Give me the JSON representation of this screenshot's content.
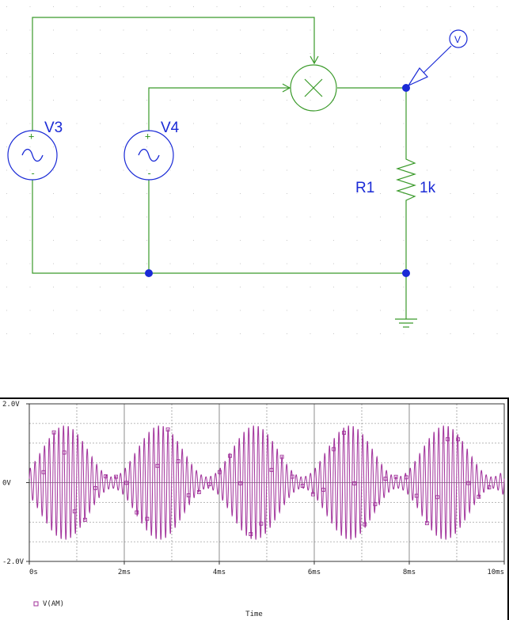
{
  "schematic": {
    "components": {
      "source_1": {
        "label": "V3"
      },
      "source_2": {
        "label": "V4"
      },
      "resistor": {
        "name": "R1",
        "value": "1k"
      },
      "probe": {
        "label": "V"
      },
      "source_plus": "+",
      "source_minus": "-"
    },
    "colors": {
      "wire": "#3a9a2a",
      "component": "#3a9a2a",
      "node": "#1a2ad6",
      "probe": "#1a2ad6",
      "label": "#1a2ad6",
      "grid_dot": "#c8c8c8"
    }
  },
  "chart_data": {
    "type": "line",
    "xlabel": "Time",
    "x_ticks": [
      "0s",
      "2ms",
      "4ms",
      "6ms",
      "8ms",
      "10ms"
    ],
    "y_ticks": [
      "2.0V",
      "0V",
      "-2.0V"
    ],
    "xlim": [
      0,
      10
    ],
    "ylim": [
      -2.0,
      2.0
    ],
    "grid": true,
    "series": [
      {
        "name": "V(AM)",
        "color": "#a0309a",
        "marker": "square",
        "carrier_cycles_per_ms": 10,
        "envelope_period_ms": 2,
        "peak_amplitude": 1.45
      }
    ]
  }
}
